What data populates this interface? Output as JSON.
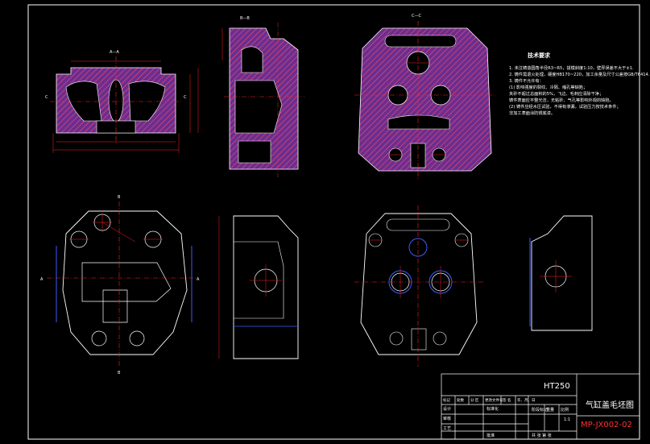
{
  "section_labels": {
    "aa": "A—A",
    "bb": "B—B",
    "cc": "C—C",
    "a_mark": "A",
    "b_mark": "B",
    "c_mark": "C"
  },
  "tech_req": {
    "title": "技术要求",
    "lines": [
      "1. 未注铸造圆角半径R3~R5，拔模斜度1:10，壁厚误差不大于±1.",
      "2. 铸件需退火处理，硬度HB170~220，加工余量及尺寸公差按GB/T6414.",
      "3. 铸件不允许有：",
      "(1) 影响强度的裂纹、冷隔、缩孔等缺陷；",
      "    夹砂不超过总面积的5%，飞边、毛刺应清除干净；",
      "    铸件表面应平整光洁，无粘砂、气孔等影响外观的缺陷。",
      "(2) 铸件应经水压试验，不得有渗漏，试验压力按技术条件；",
      "    非加工表面涂防锈底漆。"
    ]
  },
  "title_block": {
    "material": "HT250",
    "drawing_name": "气缸盖毛坯图",
    "drawing_no": "MP-JX002-02",
    "scale": "1:1",
    "header_cells": [
      "标记",
      "处数",
      "分 区",
      "更改文件号",
      "签 名",
      "年、月、日"
    ],
    "row_labels": [
      "设计",
      "审核",
      "工艺"
    ],
    "std_label": "标准化",
    "approve_label": "批准",
    "stage_label": "阶段标记",
    "weight_label": "重量",
    "scale_label": "比例",
    "sheet_text": "共   张   第   张"
  },
  "colors": {
    "outline": "#ffffff",
    "section_hatch": "#7a3fa0",
    "center_line": "#ff2020",
    "hidden": "#3a5cff",
    "dim": "#ff2020"
  }
}
